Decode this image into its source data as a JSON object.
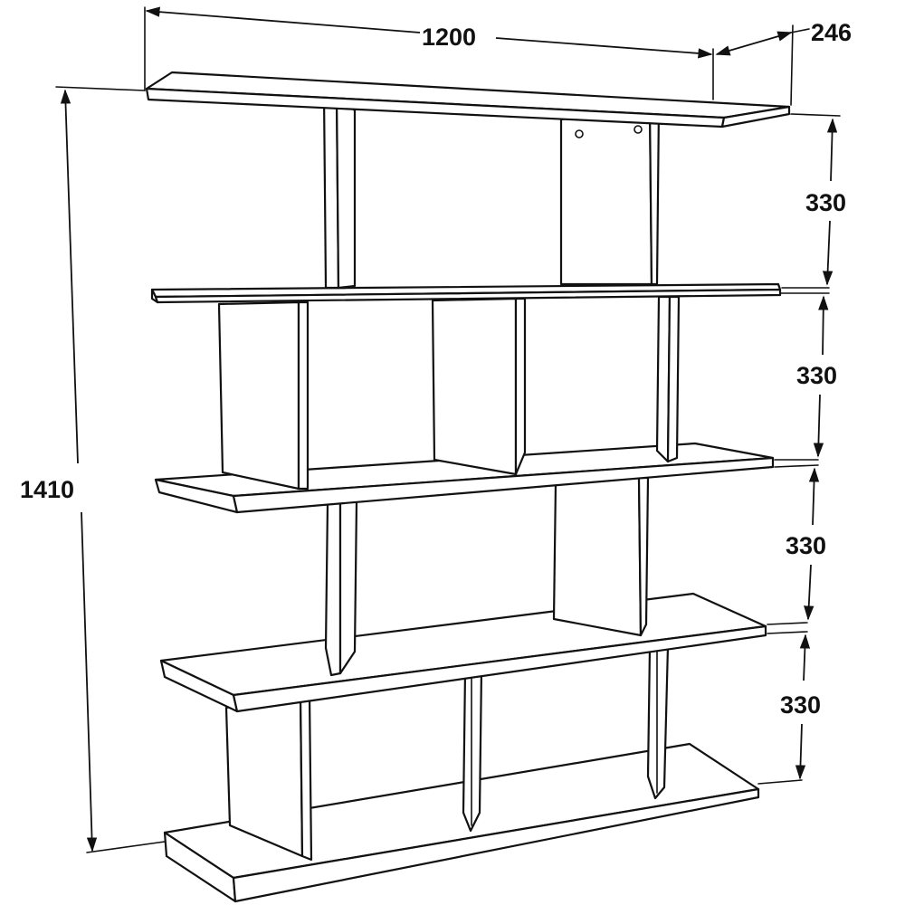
{
  "dimensions": {
    "width": "1200",
    "depth": "246",
    "height": "1410",
    "shelf_gap_1": "330",
    "shelf_gap_2": "330",
    "shelf_gap_3": "330",
    "shelf_gap_4": "330"
  }
}
